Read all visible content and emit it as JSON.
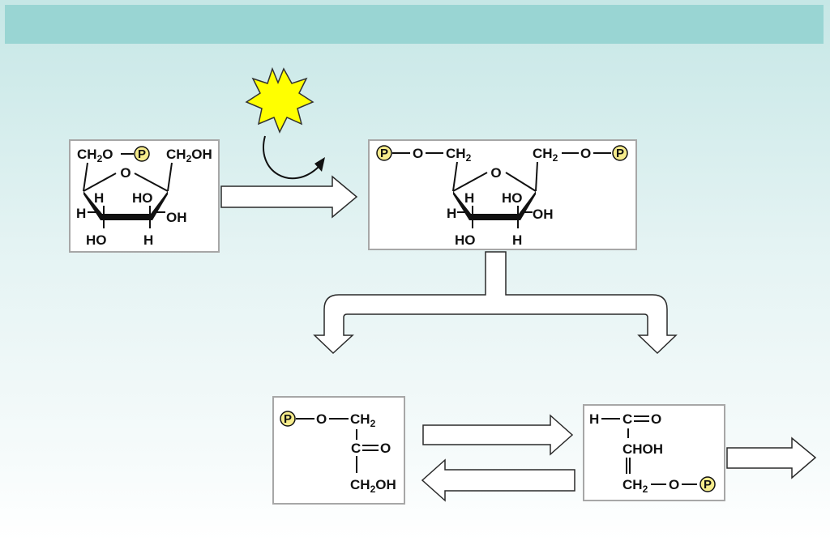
{
  "colors": {
    "header": "#99d5d3",
    "phosphate_fill": "#f6ec8c",
    "energy_burst": "#ffff00"
  },
  "icons": [
    "energy-burst-icon",
    "curved-arrow-icon"
  ],
  "labels": {
    "phosphate": "P",
    "ring_oxygen": "O",
    "H": "H",
    "HO": "HO",
    "OH": "OH"
  },
  "f6p": {
    "ch2o": "CH",
    "ch2o_sub": "2",
    "ch2o_tail": "O",
    "ch2oh": "CH",
    "ch2oh_sub": "2",
    "ch2oh_tail": "OH"
  },
  "f16bp": {
    "left_o": "O",
    "left_ch": "CH",
    "left_sub": "2",
    "right_ch": "CH",
    "right_sub": "2",
    "right_o": "O"
  },
  "dhap": {
    "o": "O",
    "ch2": "CH",
    "ch2_sub": "2",
    "c": "C",
    "carbonyl_o": "O",
    "ch2oh": "CH",
    "ch2oh_sub": "2",
    "ch2oh_tail": "OH"
  },
  "g3p": {
    "h": "H",
    "c": "C",
    "o": "O",
    "chohl": "CHOH",
    "ch2": "CH",
    "ch2_sub": "2",
    "ester_o": "O"
  }
}
